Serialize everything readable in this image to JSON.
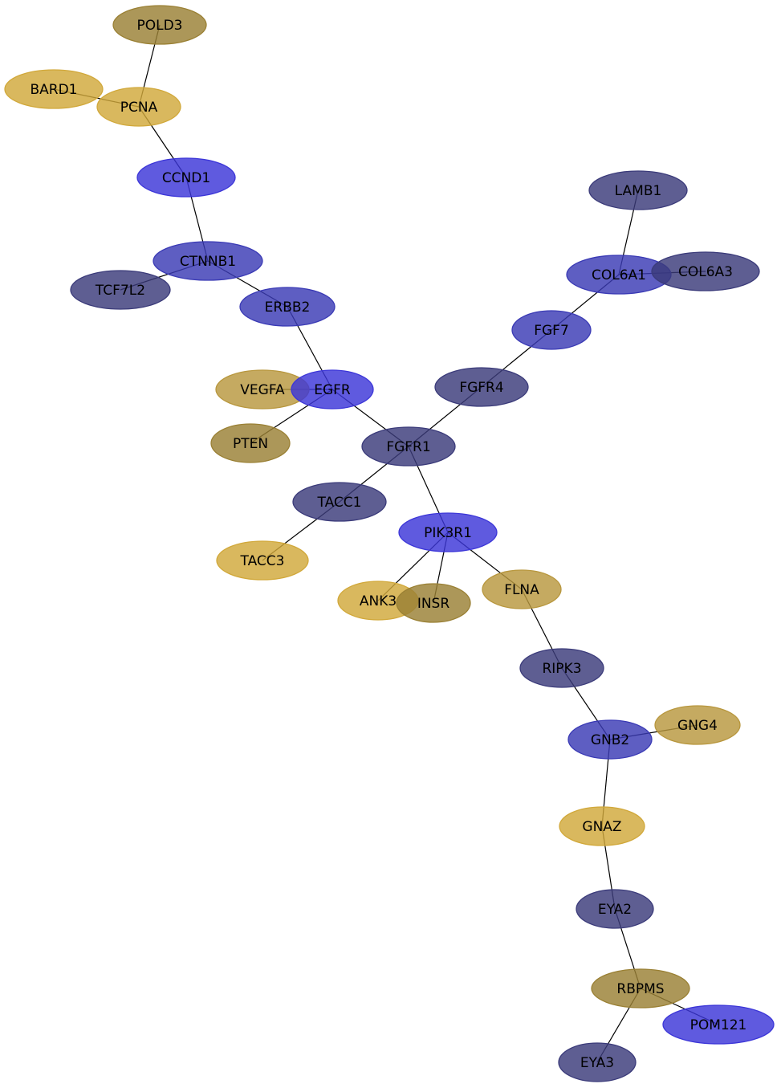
{
  "colors": {
    "blue_bright": "#3c36d8",
    "blue_mid": "#3a3ab5",
    "blue_dark": "#3b3b7a",
    "gold_light": "#d1a83a",
    "gold_mid": "#b8973e",
    "gold_dark": "#9a8034",
    "edge": "#000000"
  },
  "nodes": [
    {
      "id": "POLD3",
      "label": "POLD3",
      "color": "gold_dark"
    },
    {
      "id": "BARD1",
      "label": "BARD1",
      "color": "gold_light"
    },
    {
      "id": "PCNA",
      "label": "PCNA",
      "color": "gold_light"
    },
    {
      "id": "CCND1",
      "label": "CCND1",
      "color": "blue_bright"
    },
    {
      "id": "CTNNB1",
      "label": "CTNNB1",
      "color": "blue_mid"
    },
    {
      "id": "TCF7L2",
      "label": "TCF7L2",
      "color": "blue_dark"
    },
    {
      "id": "ERBB2",
      "label": "ERBB2",
      "color": "blue_mid"
    },
    {
      "id": "LAMB1",
      "label": "LAMB1",
      "color": "blue_dark"
    },
    {
      "id": "COL6A1",
      "label": "COL6A1",
      "color": "blue_mid"
    },
    {
      "id": "COL6A3",
      "label": "COL6A3",
      "color": "blue_dark"
    },
    {
      "id": "FGF7",
      "label": "FGF7",
      "color": "blue_mid"
    },
    {
      "id": "VEGFA",
      "label": "VEGFA",
      "color": "gold_mid"
    },
    {
      "id": "EGFR",
      "label": "EGFR",
      "color": "blue_bright"
    },
    {
      "id": "FGFR4",
      "label": "FGFR4",
      "color": "blue_dark"
    },
    {
      "id": "PTEN",
      "label": "PTEN",
      "color": "gold_dark"
    },
    {
      "id": "FGFR1",
      "label": "FGFR1",
      "color": "blue_dark"
    },
    {
      "id": "TACC1",
      "label": "TACC1",
      "color": "blue_dark"
    },
    {
      "id": "PIK3R1",
      "label": "PIK3R1",
      "color": "blue_bright"
    },
    {
      "id": "TACC3",
      "label": "TACC3",
      "color": "gold_light"
    },
    {
      "id": "ANK3",
      "label": "ANK3",
      "color": "gold_light"
    },
    {
      "id": "INSR",
      "label": "INSR",
      "color": "gold_dark"
    },
    {
      "id": "FLNA",
      "label": "FLNA",
      "color": "gold_mid"
    },
    {
      "id": "RIPK3",
      "label": "RIPK3",
      "color": "blue_dark"
    },
    {
      "id": "GNG4",
      "label": "GNG4",
      "color": "gold_mid"
    },
    {
      "id": "GNB2",
      "label": "GNB2",
      "color": "blue_mid"
    },
    {
      "id": "GNAZ",
      "label": "GNAZ",
      "color": "gold_light"
    },
    {
      "id": "EYA2",
      "label": "EYA2",
      "color": "blue_dark"
    },
    {
      "id": "RBPMS",
      "label": "RBPMS",
      "color": "gold_dark"
    },
    {
      "id": "POM121",
      "label": "POM121",
      "color": "blue_bright"
    },
    {
      "id": "EYA3",
      "label": "EYA3",
      "color": "blue_dark"
    }
  ],
  "edges": [
    [
      "POLD3",
      "PCNA"
    ],
    [
      "BARD1",
      "PCNA"
    ],
    [
      "PCNA",
      "CCND1"
    ],
    [
      "CCND1",
      "CTNNB1"
    ],
    [
      "CTNNB1",
      "TCF7L2"
    ],
    [
      "CTNNB1",
      "ERBB2"
    ],
    [
      "ERBB2",
      "EGFR"
    ],
    [
      "VEGFA",
      "EGFR"
    ],
    [
      "EGFR",
      "PTEN"
    ],
    [
      "EGFR",
      "FGFR1"
    ],
    [
      "LAMB1",
      "COL6A1"
    ],
    [
      "COL6A1",
      "COL6A3"
    ],
    [
      "COL6A1",
      "FGF7"
    ],
    [
      "FGF7",
      "FGFR4"
    ],
    [
      "FGFR4",
      "FGFR1"
    ],
    [
      "FGFR1",
      "TACC1"
    ],
    [
      "FGFR1",
      "PIK3R1"
    ],
    [
      "TACC1",
      "TACC3"
    ],
    [
      "PIK3R1",
      "ANK3"
    ],
    [
      "PIK3R1",
      "INSR"
    ],
    [
      "PIK3R1",
      "FLNA"
    ],
    [
      "FLNA",
      "RIPK3"
    ],
    [
      "RIPK3",
      "GNB2"
    ],
    [
      "GNB2",
      "GNG4"
    ],
    [
      "GNB2",
      "GNAZ"
    ],
    [
      "GNAZ",
      "EYA2"
    ],
    [
      "EYA2",
      "RBPMS"
    ],
    [
      "RBPMS",
      "POM121"
    ],
    [
      "RBPMS",
      "EYA3"
    ]
  ]
}
